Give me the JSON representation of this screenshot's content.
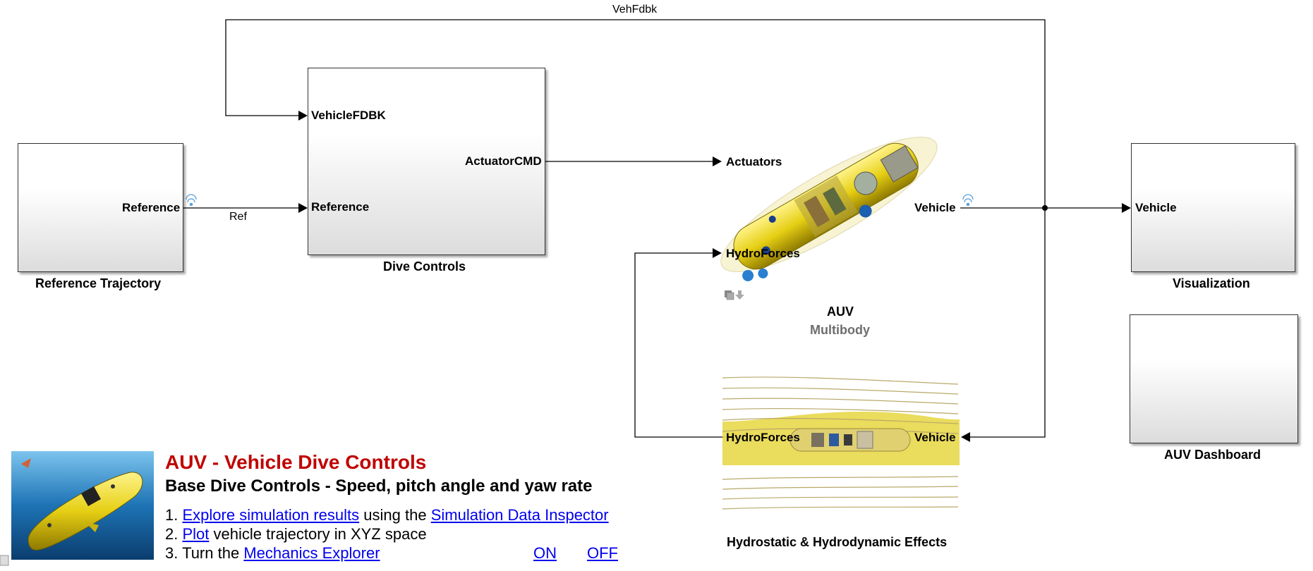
{
  "blocks": {
    "reference_trajectory": {
      "label": "Reference Trajectory",
      "out_port": "Reference"
    },
    "dive_controls": {
      "label": "Dive Controls",
      "in_port_1": "VehicleFDBK",
      "in_port_2": "Reference",
      "out_port": "ActuatorCMD"
    },
    "auv": {
      "label": "AUV",
      "sublabel": "Multibody",
      "in_port_1": "Actuators",
      "in_port_2": "HydroForces",
      "out_port": "Vehicle"
    },
    "hydro": {
      "label": "Hydrostatic & Hydrodynamic Effects",
      "out_port": "HydroForces",
      "in_port": "Vehicle"
    },
    "visualization": {
      "label": "Visualization",
      "in_port": "Vehicle"
    },
    "dashboard": {
      "label": "AUV Dashboard"
    }
  },
  "signals": {
    "feedback": "VehFdbk",
    "ref": "Ref"
  },
  "annotation": {
    "title": "AUV - Vehicle Dive Controls",
    "subtitle": "Base Dive Controls - Speed, pitch angle and yaw rate",
    "step1_num": "1.",
    "step1_link1": "Explore simulation results",
    "step1_mid": "using the",
    "step1_link2": "Simulation Data Inspector",
    "step2_num": "2.",
    "step2_link": "Plot",
    "step2_rest": "vehicle trajectory in XYZ space",
    "step3_num": "3.",
    "step3_text": "Turn the",
    "step3_link": "Mechanics Explorer",
    "on_link": "ON",
    "off_link": "OFF"
  },
  "colors": {
    "title": "#c00000",
    "link": "#0000ee",
    "auv_body": "#e8d21a",
    "water": "#1a6fb0"
  }
}
